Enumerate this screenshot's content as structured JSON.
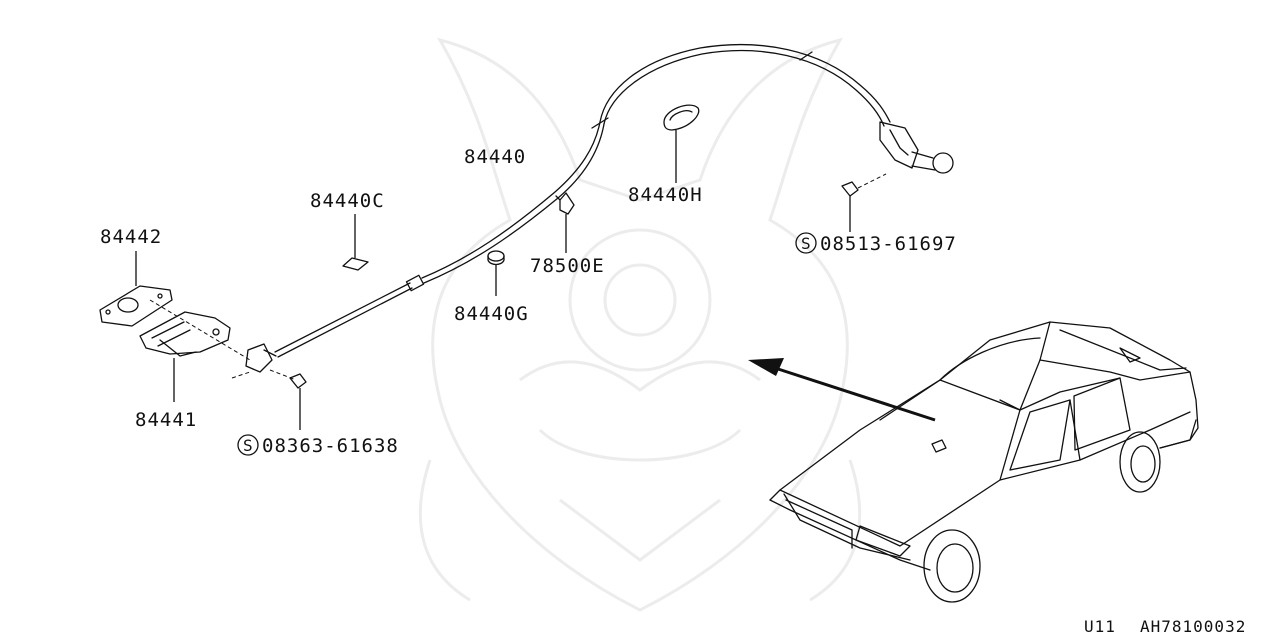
{
  "labels": {
    "cable": "84440",
    "hood_lock": "84442",
    "hood_lock_lower": "84441",
    "cable_clip_c": "84440C",
    "cable_clip_h": "84440H",
    "cable_clip_g": "84440G",
    "clip_78500e": "78500E",
    "screw_upper": "08513-61697",
    "screw_lower": "08363-61638",
    "screw_marker": "S"
  },
  "footer": {
    "model_code": "U11",
    "diagram_id": "AH78100032"
  }
}
